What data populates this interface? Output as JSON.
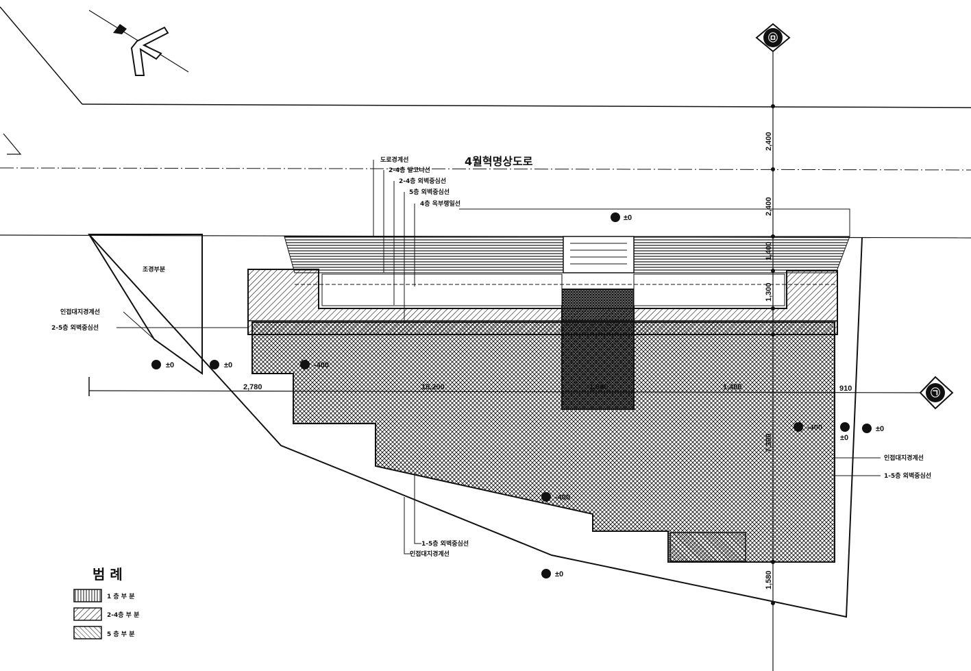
{
  "road_name": "4월혁명상도로",
  "axis_markers": {
    "top": "㉤",
    "right": "㉠"
  },
  "labels": {
    "landscape_area": "조경부분",
    "road_boundary": "도로경계선",
    "floor_2_4_balcony": "2-4층 발코니선",
    "floor_2_4_wall_center": "2-4층 외벽중심선",
    "floor_5_wall_center": "5층 외벽중심선",
    "floor_4_roof_line": "4층 옥부랭일선",
    "adjacent_boundary_left": "인접대지경계선",
    "floor_2_5_wall_center": "2-5층 외벽중심선",
    "adjacent_boundary_right": "인접대지경계선",
    "floor_1_5_wall_center_right": "1-5층 외벽중심선",
    "floor_1_5_wall_center_bottom": "1-5층 외벽중심선",
    "adjacent_boundary_bottom": "인접대지경계선"
  },
  "levels": {
    "zero": "±0",
    "minus_a": "-400",
    "minus_b": "-400",
    "minus_c": "-400"
  },
  "dimensions": {
    "horizontal": [
      "2,780",
      "10,200",
      "1,680",
      "1,400",
      "910"
    ],
    "vertical": [
      "2,400",
      "2,400",
      "1,400",
      "1,300",
      "7,300",
      "1,580"
    ]
  },
  "legend": {
    "title": "범 례",
    "items": [
      {
        "label": "1 층 부 분",
        "pattern": "vertical-hatch"
      },
      {
        "label": "2-4층 부 분",
        "pattern": "diagonal-hatch"
      },
      {
        "label": "5 층 부 분",
        "pattern": "dense-diagonal-hatch"
      }
    ]
  }
}
